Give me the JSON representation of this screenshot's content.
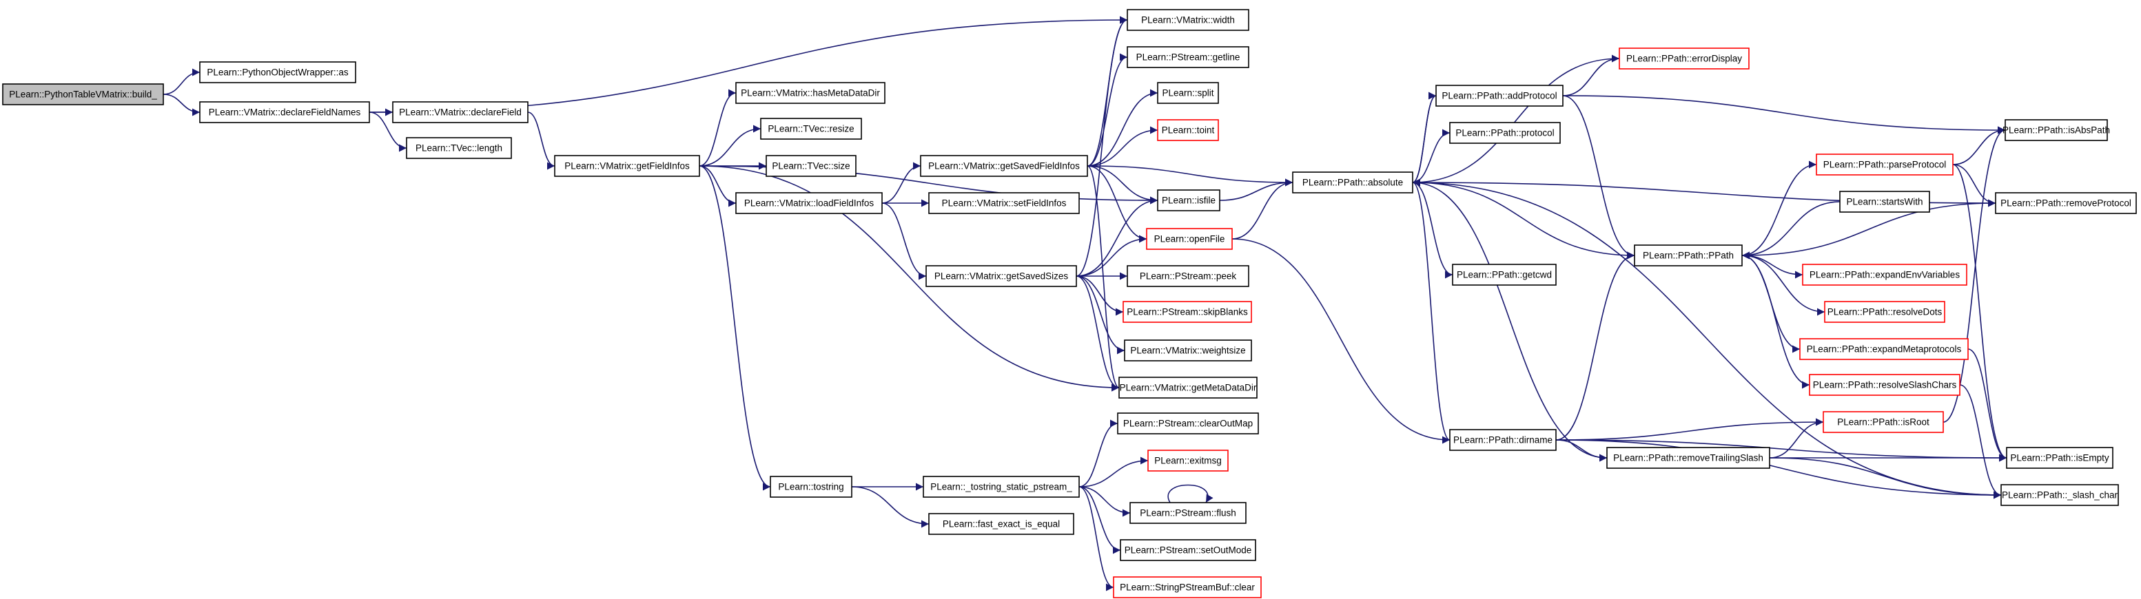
{
  "colors": {
    "edge": "#191970",
    "node_border": "#000000",
    "node_incomplete_border": "#ff0000",
    "root_fill": "#bfbfbf",
    "node_fill": "#ffffff"
  },
  "nodes": [
    {
      "id": "build",
      "label": "PLearn::PythonTableVMatrix::build_",
      "kind": "root"
    },
    {
      "id": "pow_as",
      "label": "PLearn::PythonObjectWrapper::as",
      "kind": "normal"
    },
    {
      "id": "declareFieldNames",
      "label": "PLearn::VMatrix::declareFieldNames",
      "kind": "normal"
    },
    {
      "id": "declareField",
      "label": "PLearn::VMatrix::declareField",
      "kind": "normal"
    },
    {
      "id": "tvec_length",
      "label": "PLearn::TVec::length",
      "kind": "normal"
    },
    {
      "id": "getFieldInfos",
      "label": "PLearn::VMatrix::getFieldInfos",
      "kind": "normal"
    },
    {
      "id": "hasMetaDataDir",
      "label": "PLearn::VMatrix::hasMetaDataDir",
      "kind": "normal"
    },
    {
      "id": "tvec_resize",
      "label": "PLearn::TVec::resize",
      "kind": "normal"
    },
    {
      "id": "tvec_size",
      "label": "PLearn::TVec::size",
      "kind": "normal"
    },
    {
      "id": "loadFieldInfos",
      "label": "PLearn::VMatrix::loadFieldInfos",
      "kind": "normal"
    },
    {
      "id": "vm_width",
      "label": "PLearn::VMatrix::width",
      "kind": "normal"
    },
    {
      "id": "getline",
      "label": "PLearn::PStream::getline",
      "kind": "normal"
    },
    {
      "id": "split",
      "label": "PLearn::split",
      "kind": "normal"
    },
    {
      "id": "toint",
      "label": "PLearn::toint",
      "kind": "incomplete"
    },
    {
      "id": "getSavedFieldInfos",
      "label": "PLearn::VMatrix::getSavedFieldInfos",
      "kind": "normal"
    },
    {
      "id": "setFieldInfos",
      "label": "PLearn::VMatrix::setFieldInfos",
      "kind": "normal"
    },
    {
      "id": "isfile",
      "label": "PLearn::isfile",
      "kind": "normal"
    },
    {
      "id": "openFile",
      "label": "PLearn::openFile",
      "kind": "incomplete"
    },
    {
      "id": "getSavedSizes",
      "label": "PLearn::VMatrix::getSavedSizes",
      "kind": "normal"
    },
    {
      "id": "peek",
      "label": "PLearn::PStream::peek",
      "kind": "normal"
    },
    {
      "id": "skipBlanks",
      "label": "PLearn::PStream::skipBlanks",
      "kind": "incomplete"
    },
    {
      "id": "weightsize",
      "label": "PLearn::VMatrix::weightsize",
      "kind": "normal"
    },
    {
      "id": "getMetaDataDir",
      "label": "PLearn::VMatrix::getMetaDataDir",
      "kind": "normal"
    },
    {
      "id": "tostring",
      "label": "PLearn::tostring",
      "kind": "normal"
    },
    {
      "id": "tostring_static",
      "label": "PLearn::_tostring_static_pstream_",
      "kind": "normal"
    },
    {
      "id": "fast_exact",
      "label": "PLearn::fast_exact_is_equal",
      "kind": "normal"
    },
    {
      "id": "clearOutMap",
      "label": "PLearn::PStream::clearOutMap",
      "kind": "normal"
    },
    {
      "id": "exitmsg",
      "label": "PLearn::exitmsg",
      "kind": "incomplete"
    },
    {
      "id": "flush",
      "label": "PLearn::PStream::flush",
      "kind": "normal"
    },
    {
      "id": "setOutMode",
      "label": "PLearn::PStream::setOutMode",
      "kind": "normal"
    },
    {
      "id": "spsb_clear",
      "label": "PLearn::StringPStreamBuf::clear",
      "kind": "incomplete"
    },
    {
      "id": "absolute",
      "label": "PLearn::PPath::absolute",
      "kind": "normal"
    },
    {
      "id": "addProtocol",
      "label": "PLearn::PPath::addProtocol",
      "kind": "normal"
    },
    {
      "id": "errorDisplay",
      "label": "PLearn::PPath::errorDisplay",
      "kind": "incomplete"
    },
    {
      "id": "protocol",
      "label": "PLearn::PPath::protocol",
      "kind": "normal"
    },
    {
      "id": "getcwd",
      "label": "PLearn::PPath::getcwd",
      "kind": "normal"
    },
    {
      "id": "dirname",
      "label": "PLearn::PPath::dirname",
      "kind": "normal"
    },
    {
      "id": "removeTrailingSlash",
      "label": "PLearn::PPath::removeTrailingSlash",
      "kind": "normal"
    },
    {
      "id": "ppath_ctor",
      "label": "PLearn::PPath::PPath",
      "kind": "normal"
    },
    {
      "id": "parseProtocol",
      "label": "PLearn::PPath::parseProtocol",
      "kind": "incomplete"
    },
    {
      "id": "startsWith",
      "label": "PLearn::startsWith",
      "kind": "normal"
    },
    {
      "id": "expandEnvVariables",
      "label": "PLearn::PPath::expandEnvVariables",
      "kind": "incomplete"
    },
    {
      "id": "resolveDots",
      "label": "PLearn::PPath::resolveDots",
      "kind": "incomplete"
    },
    {
      "id": "expandMetaprotocols",
      "label": "PLearn::PPath::expandMetaprotocols",
      "kind": "incomplete"
    },
    {
      "id": "resolveSlashChars",
      "label": "PLearn::PPath::resolveSlashChars",
      "kind": "incomplete"
    },
    {
      "id": "isRoot",
      "label": "PLearn::PPath::isRoot",
      "kind": "incomplete"
    },
    {
      "id": "isAbsPath",
      "label": "PLearn::PPath::isAbsPath",
      "kind": "normal"
    },
    {
      "id": "removeProtocol",
      "label": "PLearn::PPath::removeProtocol",
      "kind": "normal"
    },
    {
      "id": "isEmpty",
      "label": "PLearn::PPath::isEmpty",
      "kind": "normal"
    },
    {
      "id": "slash_char",
      "label": "PLearn::PPath::_slash_char",
      "kind": "normal"
    }
  ],
  "edges": [
    [
      "build",
      "pow_as"
    ],
    [
      "build",
      "declareFieldNames"
    ],
    [
      "declareFieldNames",
      "vm_width"
    ],
    [
      "declareFieldNames",
      "declareField"
    ],
    [
      "declareFieldNames",
      "tvec_length"
    ],
    [
      "declareField",
      "getFieldInfos"
    ],
    [
      "getFieldInfos",
      "hasMetaDataDir"
    ],
    [
      "getFieldInfos",
      "tvec_resize"
    ],
    [
      "getFieldInfos",
      "tvec_size"
    ],
    [
      "getFieldInfos",
      "loadFieldInfos"
    ],
    [
      "getFieldInfos",
      "isfile"
    ],
    [
      "getFieldInfos",
      "getMetaDataDir"
    ],
    [
      "getFieldInfos",
      "tostring"
    ],
    [
      "loadFieldInfos",
      "getSavedFieldInfos"
    ],
    [
      "loadFieldInfos",
      "setFieldInfos"
    ],
    [
      "loadFieldInfos",
      "getSavedSizes"
    ],
    [
      "getSavedFieldInfos",
      "vm_width"
    ],
    [
      "getSavedFieldInfos",
      "getline"
    ],
    [
      "getSavedFieldInfos",
      "split"
    ],
    [
      "getSavedFieldInfos",
      "toint"
    ],
    [
      "getSavedFieldInfos",
      "isfile"
    ],
    [
      "getSavedFieldInfos",
      "openFile"
    ],
    [
      "getSavedFieldInfos",
      "absolute"
    ],
    [
      "getSavedFieldInfos",
      "getMetaDataDir"
    ],
    [
      "getSavedSizes",
      "vm_width"
    ],
    [
      "getSavedSizes",
      "isfile"
    ],
    [
      "getSavedSizes",
      "openFile"
    ],
    [
      "getSavedSizes",
      "peek"
    ],
    [
      "getSavedSizes",
      "skipBlanks"
    ],
    [
      "getSavedSizes",
      "weightsize"
    ],
    [
      "getSavedSizes",
      "getMetaDataDir"
    ],
    [
      "isfile",
      "absolute"
    ],
    [
      "openFile",
      "absolute"
    ],
    [
      "openFile",
      "dirname"
    ],
    [
      "tostring",
      "tostring_static"
    ],
    [
      "tostring",
      "fast_exact"
    ],
    [
      "tostring_static",
      "clearOutMap"
    ],
    [
      "tostring_static",
      "exitmsg"
    ],
    [
      "tostring_static",
      "flush"
    ],
    [
      "tostring_static",
      "setOutMode"
    ],
    [
      "tostring_static",
      "spsb_clear"
    ],
    [
      "flush",
      "flush"
    ],
    [
      "absolute",
      "addProtocol"
    ],
    [
      "absolute",
      "protocol"
    ],
    [
      "absolute",
      "getcwd"
    ],
    [
      "absolute",
      "ppath_ctor"
    ],
    [
      "absolute",
      "removeTrailingSlash"
    ],
    [
      "absolute",
      "removeProtocol"
    ],
    [
      "absolute",
      "slash_char"
    ],
    [
      "addProtocol",
      "errorDisplay"
    ],
    [
      "addProtocol",
      "isAbsPath"
    ],
    [
      "addProtocol",
      "ppath_ctor"
    ],
    [
      "addProtocol",
      "absolute"
    ],
    [
      "errorDisplay",
      "absolute"
    ],
    [
      "dirname",
      "absolute"
    ],
    [
      "dirname",
      "ppath_ctor"
    ],
    [
      "dirname",
      "removeTrailingSlash"
    ],
    [
      "dirname",
      "isRoot"
    ],
    [
      "dirname",
      "isEmpty"
    ],
    [
      "dirname",
      "slash_char"
    ],
    [
      "removeTrailingSlash",
      "isRoot"
    ],
    [
      "removeTrailingSlash",
      "isEmpty"
    ],
    [
      "removeTrailingSlash",
      "slash_char"
    ],
    [
      "ppath_ctor",
      "parseProtocol"
    ],
    [
      "ppath_ctor",
      "expandEnvVariables"
    ],
    [
      "ppath_ctor",
      "resolveDots"
    ],
    [
      "ppath_ctor",
      "expandMetaprotocols"
    ],
    [
      "ppath_ctor",
      "resolveSlashChars"
    ],
    [
      "parseProtocol",
      "isAbsPath"
    ],
    [
      "parseProtocol",
      "removeProtocol"
    ],
    [
      "parseProtocol",
      "isEmpty"
    ],
    [
      "removeProtocol",
      "ppath_ctor"
    ],
    [
      "startsWith",
      "ppath_ctor"
    ],
    [
      "expandMetaprotocols",
      "isEmpty"
    ],
    [
      "resolveSlashChars",
      "slash_char"
    ],
    [
      "isRoot",
      "isAbsPath"
    ]
  ]
}
